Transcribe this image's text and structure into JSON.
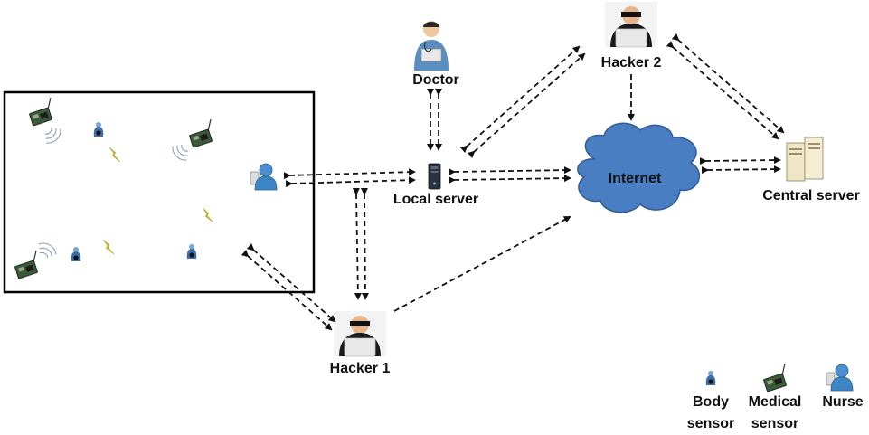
{
  "nodes": {
    "doctor": "Doctor",
    "hacker2": "Hacker 2",
    "local_server": "Local server",
    "internet": "Internet",
    "central_server": "Central server",
    "hacker1": "Hacker 1"
  },
  "legend": {
    "body_sensor": [
      "Body",
      "sensor"
    ],
    "medical_sensor": [
      "Medical",
      "sensor"
    ],
    "nurse": "Nurse"
  },
  "colors": {
    "internet_cloud": "#4a7ec3",
    "nurse_person": "#3d86c6",
    "sensor_board": "#2f4a2f",
    "lightning": "#d8c21a"
  },
  "icons": {
    "doctor": "doctor-icon",
    "hacker": "hacker-icon",
    "local_server": "server-tower-icon",
    "central_server": "server-pair-icon",
    "internet": "cloud-icon",
    "nurse": "nurse-icon",
    "body_sensor": "body-sensor-icon",
    "medical_sensor": "medical-sensor-icon",
    "wireless": "wireless-link-icon"
  }
}
